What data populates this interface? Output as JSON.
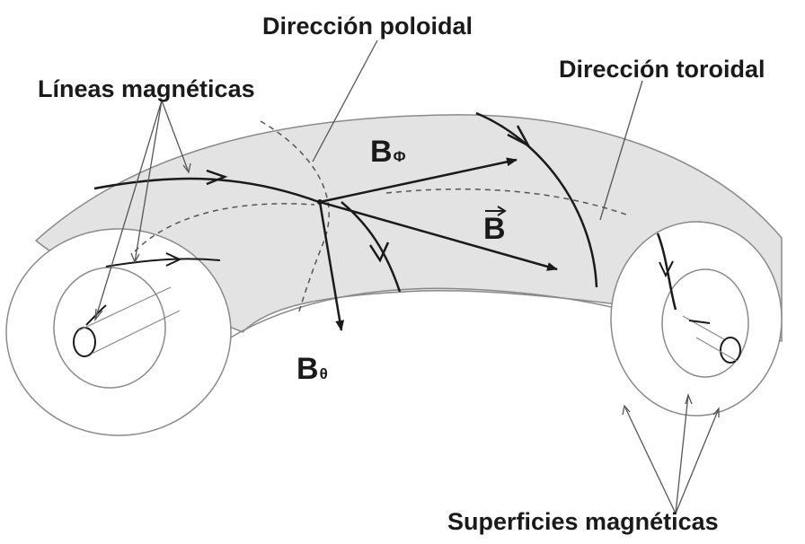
{
  "labels": {
    "poloidal": "Dirección poloidal",
    "toroidal": "Dirección toroidal",
    "field_lines": "Líneas magnéticas",
    "surfaces": "Superficies magnéticas",
    "b_phi_letter": "B",
    "b_phi_sub": "Φ",
    "b_letter": "B",
    "b_theta_letter": "B",
    "b_theta_sub": "θ"
  },
  "colors": {
    "torus_fill": "#e3e3e3",
    "outline": "#8a8a8a",
    "ink": "#1a1a1a"
  }
}
